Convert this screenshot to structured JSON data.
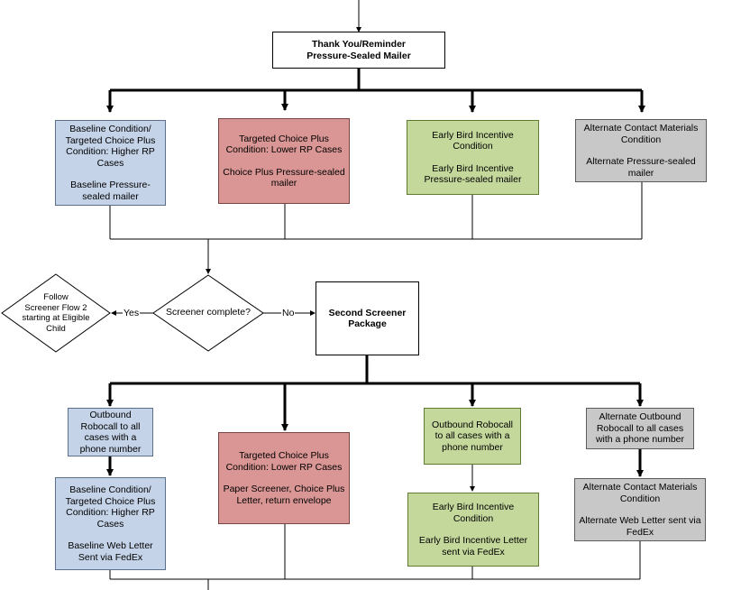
{
  "colors": {
    "baseline": "#c5d3e8",
    "targeted": "#d99694",
    "early_bird": "#c4d89b",
    "alternate": "#c8c8c8",
    "line": "#000000"
  },
  "flowchart": {
    "thank_you": [
      "Thank You/Reminder",
      "Pressure-Sealed Mailer"
    ],
    "row1": {
      "baseline": [
        "Baseline Condition/",
        "Targeted Choice Plus",
        "Condition: Higher RP",
        "Cases",
        "",
        "Baseline Pressure-",
        "sealed mailer"
      ],
      "targeted": [
        "Targeted Choice Plus",
        "Condition: Lower RP Cases",
        "",
        "Choice Plus Pressure-sealed",
        "mailer"
      ],
      "early_bird": [
        "Early Bird Incentive",
        "Condition",
        "",
        "Early Bird Incentive",
        "Pressure-sealed mailer"
      ],
      "alternate": [
        "Alternate Contact Materials",
        "Condition",
        "",
        "Alternate Pressure-sealed",
        "mailer"
      ]
    },
    "decision": {
      "follow": [
        "Follow",
        "Screener Flow 2",
        "starting at Eligible",
        "Child"
      ],
      "screener": "Screener complete?",
      "yes_label": "Yes",
      "no_label": "No"
    },
    "second_screener": [
      "Second Screener",
      "Package"
    ],
    "row2": {
      "robocall_baseline": [
        "Outbound",
        "Robocall to all",
        "cases with a",
        "phone number"
      ],
      "baseline_letter": [
        "Baseline Condition/",
        "Targeted Choice Plus",
        "Condition: Higher RP",
        "Cases",
        "",
        "Baseline Web Letter",
        "Sent via FedEx"
      ],
      "targeted": [
        "Targeted Choice Plus",
        "Condition: Lower RP Cases",
        "",
        "Paper Screener, Choice Plus",
        "Letter, return envelope"
      ],
      "robocall_early": [
        "Outbound Robocall",
        "to all cases with a",
        "phone number"
      ],
      "early_bird_letter": [
        "Early Bird Incentive",
        "Condition",
        "",
        "Early Bird Incentive Letter",
        "sent via FedEx"
      ],
      "robocall_alt": [
        "Alternate Outbound",
        "Robocall to all cases",
        "with a phone number"
      ],
      "alternate_letter": [
        "Alternate Contact Materials",
        "Condition",
        "",
        "Alternate Web Letter sent via",
        "FedEx"
      ]
    }
  }
}
